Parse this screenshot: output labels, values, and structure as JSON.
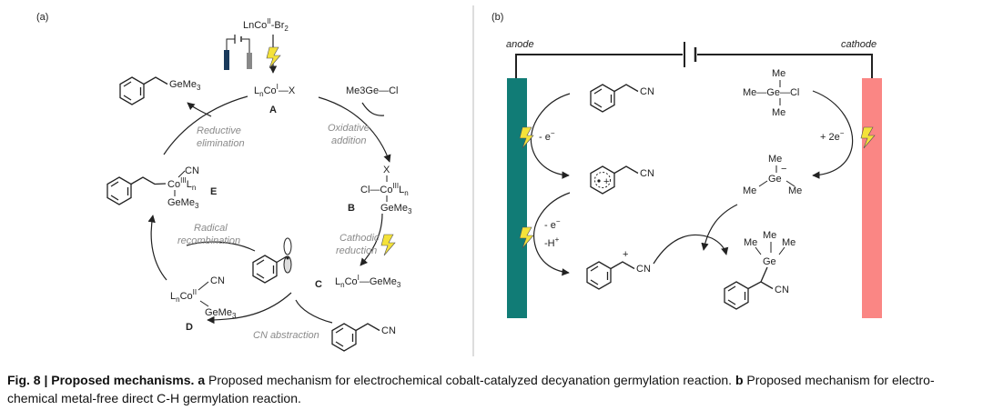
{
  "panel_a": {
    "label": "(a)",
    "top_cat": "LnCo",
    "top_cat_sup": "II",
    "top_cat_sub": "-Br",
    "top_cat_sub2": "2",
    "cat_A": {
      "L": "L",
      "n": "n",
      "Co": "Co",
      "sup": "I",
      "X": "X",
      "letter": "A"
    },
    "reagent": "Me3Ge—Cl",
    "step_oxadd_1": "Oxidative",
    "step_oxadd_2": "addition",
    "cat_B": {
      "X": "X",
      "ClCo": "Cl",
      "Co": "Co",
      "sup": "III",
      "L": "L",
      "n": "n",
      "Ge": "GeMe",
      "three": "3",
      "letter": "B"
    },
    "step_cath_1": "Cathodic",
    "step_cath_2": "reduction",
    "cat_C": {
      "L": "L",
      "n": "n",
      "Co": "Co",
      "sup": "I",
      "Ge": "GeMe",
      "three": "3",
      "letter": "C"
    },
    "substrate_cn": "CN",
    "step_cn_abs": "CN abstraction",
    "cat_D": {
      "CN": "CN",
      "L": "L",
      "n": "n",
      "Co": "Co",
      "sup": "II",
      "Ge": "GeMe",
      "three": "3",
      "letter": "D"
    },
    "step_rad_1": "Radical",
    "step_rad_2": "recombination",
    "cat_E": {
      "CN": "CN",
      "Co": "Co",
      "sup": "III",
      "L": "L",
      "n": "n",
      "Ge": "GeMe",
      "three": "3",
      "letter": "E"
    },
    "step_red_1": "Reductive",
    "step_red_2": "elimination",
    "product": "GeMe",
    "product_sub": "3"
  },
  "panel_b": {
    "label": "(b)",
    "anode": "anode",
    "cathode": "cathode",
    "anode_color": "#117c76",
    "cathode_color": "#fa8684",
    "sub_cn": "CN",
    "e_minus_1": "- e",
    "e_sup": "−",
    "rc_cn": "CN",
    "e_minus_2": "- e",
    "h_plus": "-H",
    "h_sup": "+",
    "cation_cn": "CN",
    "ge_reagent": {
      "Me_top": "Me",
      "Me_left": "Me",
      "Ge": "Ge",
      "Cl": "Cl",
      "Me_bot": "Me"
    },
    "two_e": "+ 2e",
    "ge_anion": {
      "Me_top": "Me",
      "Me_left": "Me",
      "Ge": "Ge",
      "Me_right": "Me",
      "minus": "−"
    },
    "prod": {
      "Me_a": "Me",
      "Me_b": "Me",
      "Me_c": "Me",
      "Ge": "Ge",
      "CN": "CN"
    }
  },
  "caption": {
    "fig": "Fig. 8 | Proposed mechanisms.",
    "a_label": "a",
    "a_text": "Proposed mechanism for electrochemical cobalt-catalyzed decyanation germylation reaction.",
    "b_label": "b",
    "b_text": "Proposed mechanism for electro-chemical metal-free direct C-H germylation reaction."
  }
}
